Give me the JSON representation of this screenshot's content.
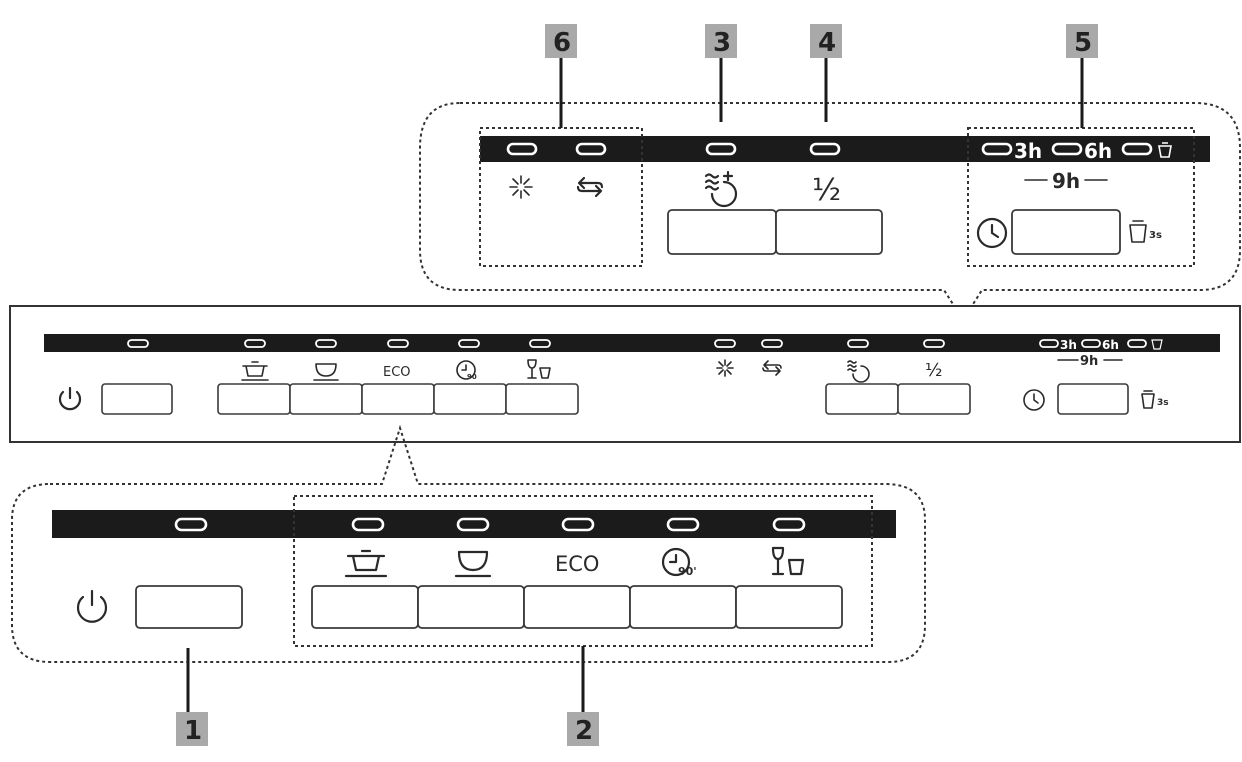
{
  "callouts": [
    "1",
    "2",
    "3",
    "4",
    "5",
    "6"
  ],
  "labels": {
    "eco": "ECO",
    "half": "½",
    "h3": "3h",
    "h6": "6h",
    "h9": "9h",
    "sec3": "3s",
    "min90": "90'"
  },
  "icons": [
    "power-icon",
    "intensive-pot-icon",
    "normal-bowl-icon",
    "quick-90-clock-icon",
    "glass-cup-icon",
    "rinse-aid-sun-icon",
    "salt-arrows-icon",
    "extra-dry-icon",
    "half-load-icon",
    "delay-clock-icon",
    "dish-3s-icon"
  ]
}
